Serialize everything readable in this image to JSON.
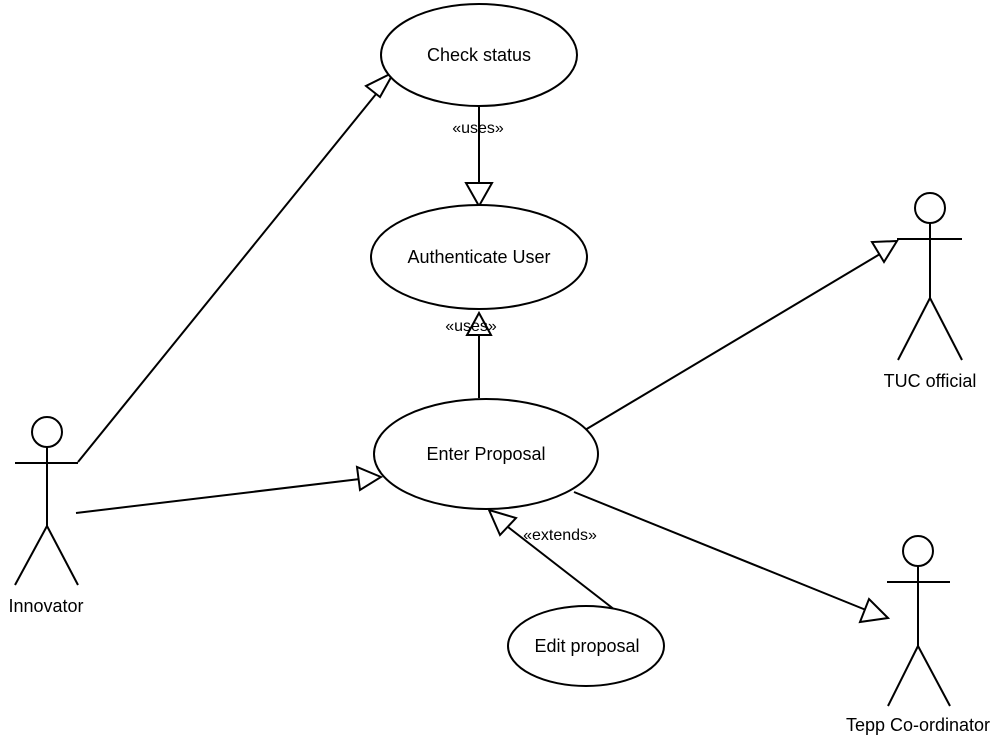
{
  "use_cases": {
    "check_status": "Check status",
    "authenticate_user": "Authenticate User",
    "enter_proposal": "Enter Proposal",
    "edit_proposal": "Edit proposal"
  },
  "actors": {
    "innovator": "Innovator",
    "tuc_official": "TUC official",
    "tepp_coordinator": "Tepp Co-ordinator"
  },
  "relationships": {
    "check_auth": "«uses»",
    "enter_auth": "«uses»",
    "edit_enter": "«extends»"
  }
}
